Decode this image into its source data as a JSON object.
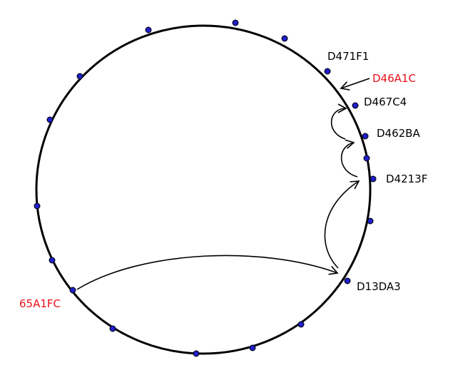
{
  "diagram": {
    "ring_color": "#000000",
    "node_color": "#1f1fc8",
    "highlight_color": "#e8101a",
    "label_color": "#000000",
    "nodes": [
      {
        "id": "D471F1",
        "label": "D471F1",
        "highlight": false
      },
      {
        "id": "D46A1C",
        "label": "D46A1C",
        "highlight": true
      },
      {
        "id": "D467C4",
        "label": "D467C4",
        "highlight": false
      },
      {
        "id": "D462BA",
        "label": "D462BA",
        "highlight": false
      },
      {
        "id": "D4213F",
        "label": "D4213F",
        "highlight": false
      },
      {
        "id": "D13DA3",
        "label": "D13DA3",
        "highlight": false
      },
      {
        "id": "65A1FC",
        "label": "65A1FC",
        "highlight": true
      }
    ],
    "hops": [
      {
        "from": "65A1FC",
        "to": "D13DA3"
      },
      {
        "from": "D13DA3",
        "to": "D4213F"
      },
      {
        "from": "D4213F",
        "to": "D462BA"
      },
      {
        "from": "D462BA",
        "to": "D467C4"
      }
    ],
    "pointer": {
      "label": "D46A1C",
      "target": "ring"
    }
  }
}
